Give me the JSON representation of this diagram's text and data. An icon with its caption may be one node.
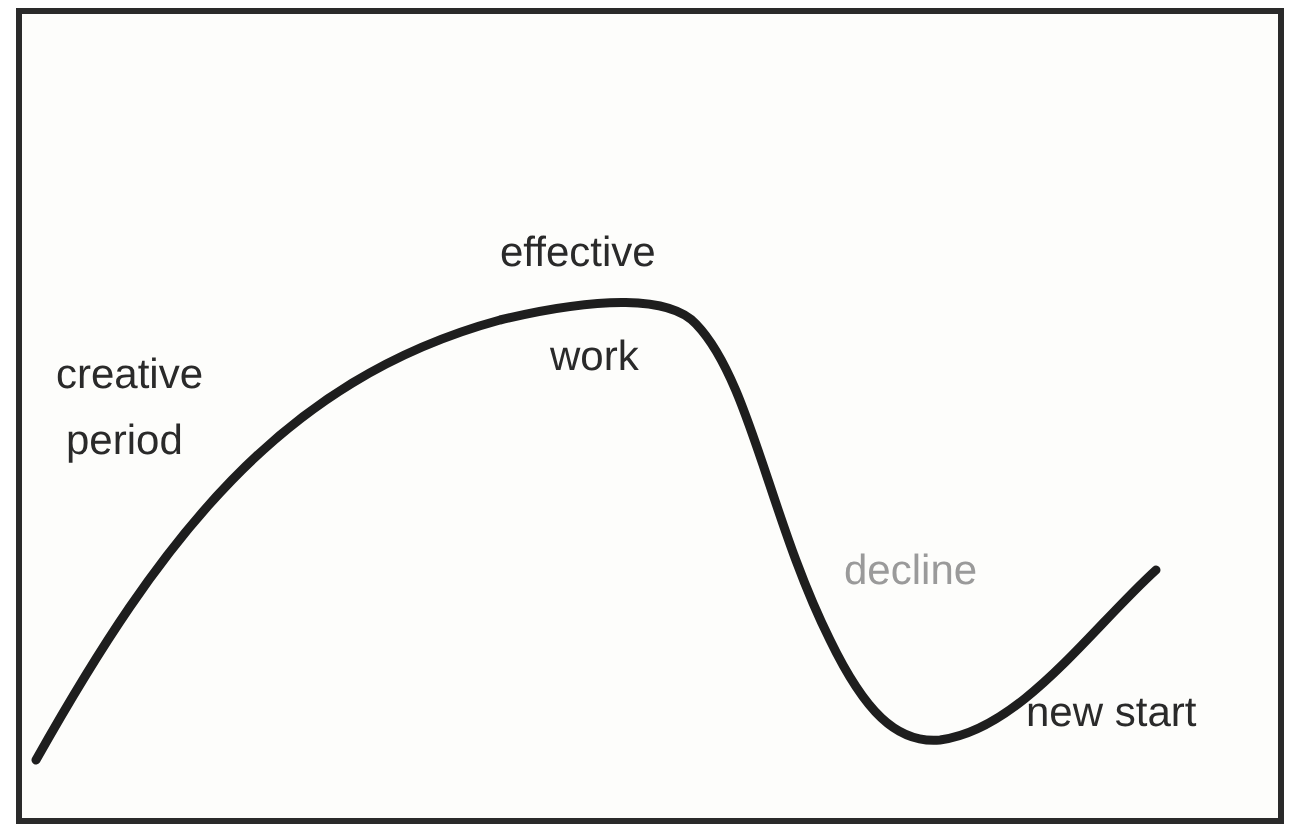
{
  "diagram": {
    "labels": [
      "effective",
      "creative",
      "work",
      "period",
      "decline",
      "new start"
    ]
  }
}
